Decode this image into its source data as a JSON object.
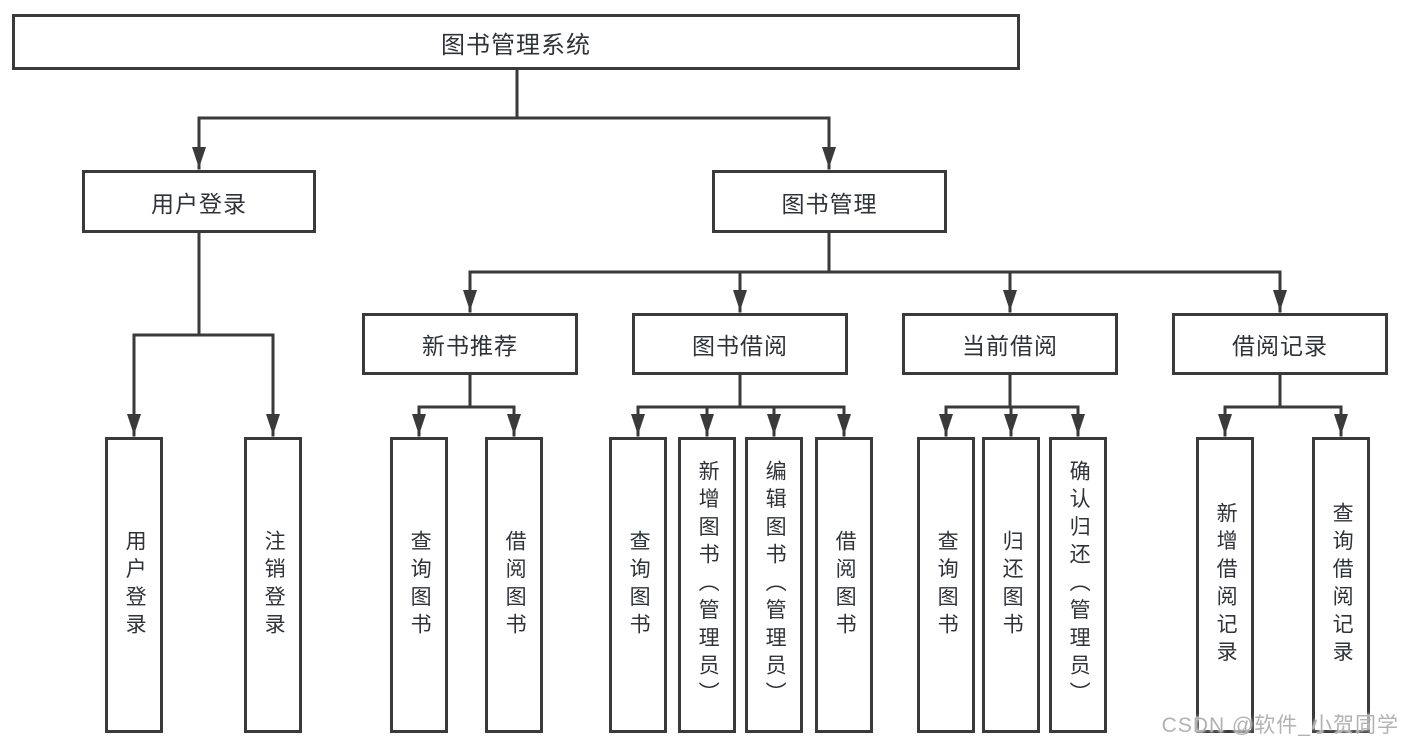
{
  "tree": {
    "root": {
      "label": "图书管理系统"
    },
    "children": [
      {
        "label": "用户登录",
        "children": [
          {
            "label": "用户登录"
          },
          {
            "label": "注销登录"
          }
        ]
      },
      {
        "label": "图书管理",
        "children": [
          {
            "label": "新书推荐",
            "children": [
              {
                "label": "查询图书"
              },
              {
                "label": "借阅图书"
              }
            ]
          },
          {
            "label": "图书借阅",
            "children": [
              {
                "label": "查询图书"
              },
              {
                "label": "新增图书（管理员）"
              },
              {
                "label": "编辑图书（管理员）"
              },
              {
                "label": "借阅图书"
              }
            ]
          },
          {
            "label": "当前借阅",
            "children": [
              {
                "label": "查询图书"
              },
              {
                "label": "归还图书"
              },
              {
                "label": "确认归还（管理员）"
              }
            ]
          },
          {
            "label": "借阅记录",
            "children": [
              {
                "label": "新增借阅记录"
              },
              {
                "label": "查询借阅记录"
              }
            ]
          }
        ]
      }
    ]
  },
  "watermark": {
    "text": "CSDN @软件_小贺同学"
  },
  "colors": {
    "line": "#3a3a3a",
    "box_border": "#3a3a3a",
    "text": "#2f3337",
    "watermark": "#b2b2b2",
    "background": "#ffffff"
  }
}
